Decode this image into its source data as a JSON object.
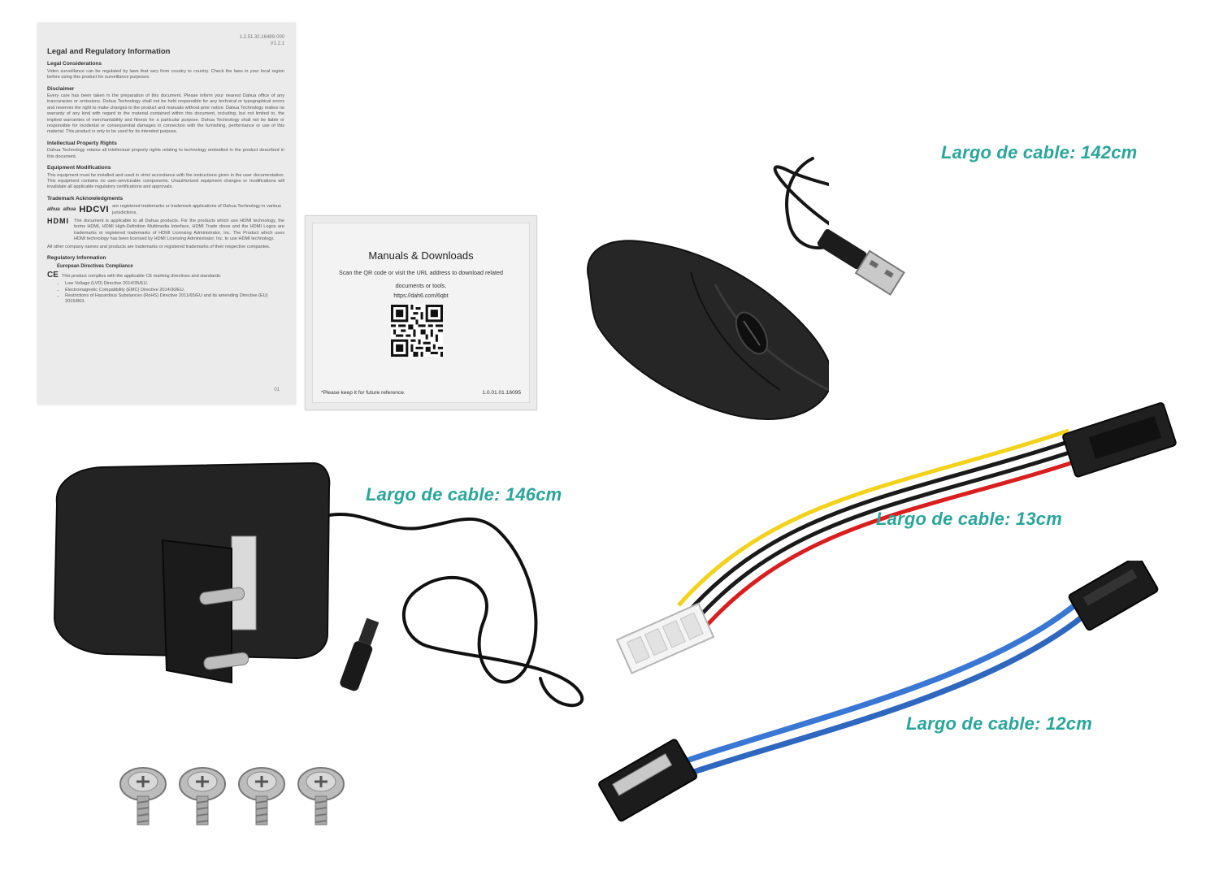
{
  "legal_doc": {
    "doc_id": "1.2.51.32.16489-000",
    "version": "V1.2.1",
    "title": "Legal and Regulatory Information",
    "sections": {
      "legal": {
        "heading": "Legal Considerations",
        "body": "Video surveillance can be regulated by laws that vary from country to country. Check the laws in your local region before using this product for surveillance purposes."
      },
      "disclaimer": {
        "heading": "Disclaimer",
        "body": "Every care has been taken in the preparation of this document. Please inform your nearest Dahua office of any inaccuracies or omissions. Dahua Technology shall not be held responsible for any technical or typographical errors and reserves the right to make changes to the product and manuals without prior notice. Dahua Technology makes no warranty of any kind with regard to the material contained within this document, including, but not limited to, the implied warranties of merchantability and fitness for a particular purpose. Dahua Technology shall not be liable or responsible for incidental or consequential damages in connection with the furnishing, performance or use of this material. This product is only to be used for its intended purpose."
      },
      "ip": {
        "heading": "Intellectual Property Rights",
        "body": "Dahua Technology retains all intellectual property rights relating to technology embodied in the product described in this document."
      },
      "equipment": {
        "heading": "Equipment Modifications",
        "body": "This equipment must be installed and used in strict accordance with the instructions given in the user documentation. This equipment contains no user-serviceable components. Unauthorized equipment changes or modifications will invalidate all applicable regulatory certifications and approvals."
      },
      "trademark": {
        "heading": "Trademark Acknowledgments",
        "brand1": "alhua",
        "brand2": "alhua",
        "brand3": "HDCVI",
        "brands_text": "are registered trademarks or trademark applications of Dahua Technology in various jurisdictions.",
        "hdmi_logo": "HDMI",
        "hdmi_text": "The document is applicable to all Dahua products. For the products which use HDMI technology, the terms HDMI, HDMI High-Definition Multimedia Interface, HDMI Trade dress and the HDMI Logos are trademarks or registered trademarks of HDMI Licensing Administrator, Inc. The Product which uses HDMI technology has been licensed by HDMI Licensing Administrator, Inc. to use HDMI technology.",
        "other_text": "All other company names and products are trademarks or registered trademarks of their respective companies."
      },
      "regulatory": {
        "heading": "Regulatory Information",
        "subheading": "European Directives Compliance",
        "ce_mark": "CE",
        "ce_text": "This product complies with the applicable CE marking directives and standards:",
        "items": [
          "Low Voltage (LVD) Directive 2014/35/EU.",
          "Electromagnetic Compatibility (EMC) Directive 2014/30/EU.",
          "Restrictions of Hazardous Substances (RoHS) Directive 2011/65/EU and its amending Directive (EU) 2015/863."
        ]
      }
    },
    "page": "01"
  },
  "manual_card": {
    "title": "Manuals & Downloads",
    "text": "Scan the QR code or visit the URL address to download related documents or tools.",
    "url": "https://dah6.com/6qbt",
    "note": "*Please keep it for future reference.",
    "code": "1.0.01.01.16095"
  },
  "labels": {
    "mouse": "Largo de cable: 142cm",
    "adapter": "Largo de cable: 146cm",
    "power_cable": "Largo de cable: 13cm",
    "sata_cable": "Largo de cable: 12cm"
  },
  "colors": {
    "label": "#2aa59a",
    "wire_red": "#d81e1e",
    "wire_yellow": "#f2d21b",
    "wire_black": "#1a1a1a",
    "sata_blue": "#3a77d4"
  }
}
